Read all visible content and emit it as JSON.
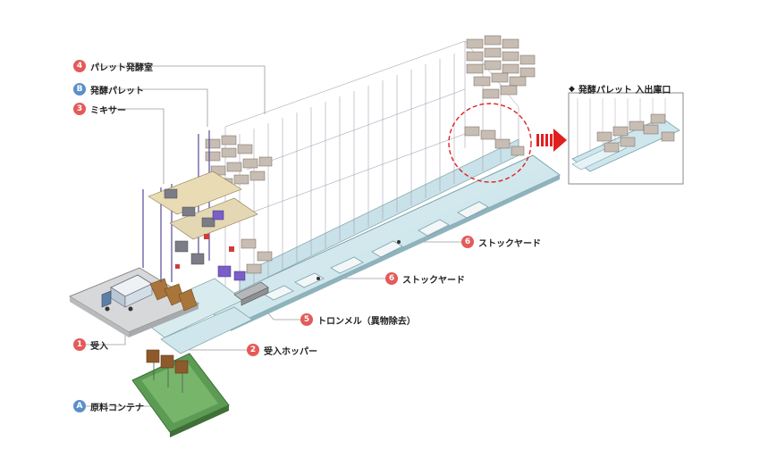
{
  "inset": {
    "title": "発酵パレット 入出庫口",
    "marker": "◆"
  },
  "labels": [
    {
      "id": "label-4",
      "badge": "4",
      "text": "パレット発酵室",
      "color": "red"
    },
    {
      "id": "label-b",
      "badge": "B",
      "text": "発酵パレット",
      "color": "blue"
    },
    {
      "id": "label-3",
      "badge": "3",
      "text": "ミキサー",
      "color": "red"
    },
    {
      "id": "label-6a",
      "badge": "6",
      "text": "ストックヤード",
      "color": "red"
    },
    {
      "id": "label-6b",
      "badge": "6",
      "text": "ストックヤード",
      "color": "red"
    },
    {
      "id": "label-5",
      "badge": "5",
      "text": "トロンメル（異物除去）",
      "color": "red"
    },
    {
      "id": "label-1",
      "badge": "1",
      "text": "受入",
      "color": "red"
    },
    {
      "id": "label-2",
      "badge": "2",
      "text": "受入ホッパー",
      "color": "red"
    },
    {
      "id": "label-a",
      "badge": "A",
      "text": "原料コンテナ",
      "color": "blue"
    }
  ],
  "colors": {
    "badge_red": "#e45a5a",
    "badge_blue": "#5b8fc9",
    "floor": "#cfe6ec",
    "arrow": "#e02020"
  }
}
